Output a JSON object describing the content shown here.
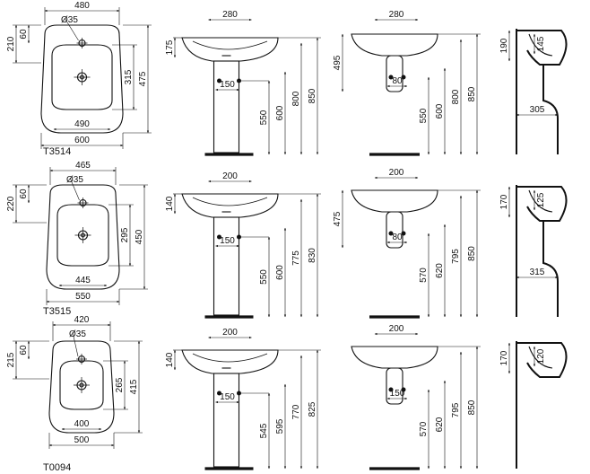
{
  "rows": [
    {
      "model": "T3514",
      "front": {
        "width": "480",
        "overall": "600",
        "inner": "490",
        "hole": "Ø35",
        "top_offset": "210",
        "hole_offset": "60",
        "basin_depth": "315",
        "depth": "475"
      },
      "pedestal": {
        "centres": "280",
        "rim": "175",
        "pipe": "150",
        "pipe_h": "550",
        "waste_h": "600",
        "rim_h": "800",
        "total": "850"
      },
      "semi": {
        "centres": "280",
        "depth": "495",
        "pipe": "80",
        "pipe_h": "550",
        "waste_h": "600",
        "rim_h": "800",
        "total": "850"
      },
      "side": {
        "top": "190",
        "inner": "145",
        "projection": "305"
      }
    },
    {
      "model": "T3515",
      "front": {
        "width": "465",
        "overall": "550",
        "inner": "445",
        "hole": "Ø35",
        "top_offset": "220",
        "hole_offset": "60",
        "basin_depth": "295",
        "depth": "450"
      },
      "pedestal": {
        "centres": "200",
        "rim": "140",
        "pipe": "150",
        "pipe_h": "550",
        "waste_h": "600",
        "rim_h": "775",
        "total": "830"
      },
      "semi": {
        "centres": "200",
        "depth": "475",
        "pipe": "80",
        "pipe_h": "570",
        "waste_h": "620",
        "rim_h": "795",
        "total": "850"
      },
      "side": {
        "top": "170",
        "inner": "125",
        "projection": "315"
      }
    },
    {
      "model": "T0094",
      "front": {
        "width": "420",
        "overall": "500",
        "inner": "400",
        "hole": "Ø35",
        "top_offset": "215",
        "hole_offset": "60",
        "basin_depth": "265",
        "depth": "415"
      },
      "pedestal": {
        "centres": "200",
        "rim": "140",
        "pipe": "150",
        "pipe_h": "545",
        "waste_h": "595",
        "rim_h": "770",
        "total": "825"
      },
      "semi": {
        "centres": "200",
        "pipe": "150",
        "pipe_h": "570",
        "waste_h": "620",
        "rim_h": "795",
        "total": "850"
      },
      "side": {
        "top": "170",
        "inner": "120"
      }
    }
  ]
}
